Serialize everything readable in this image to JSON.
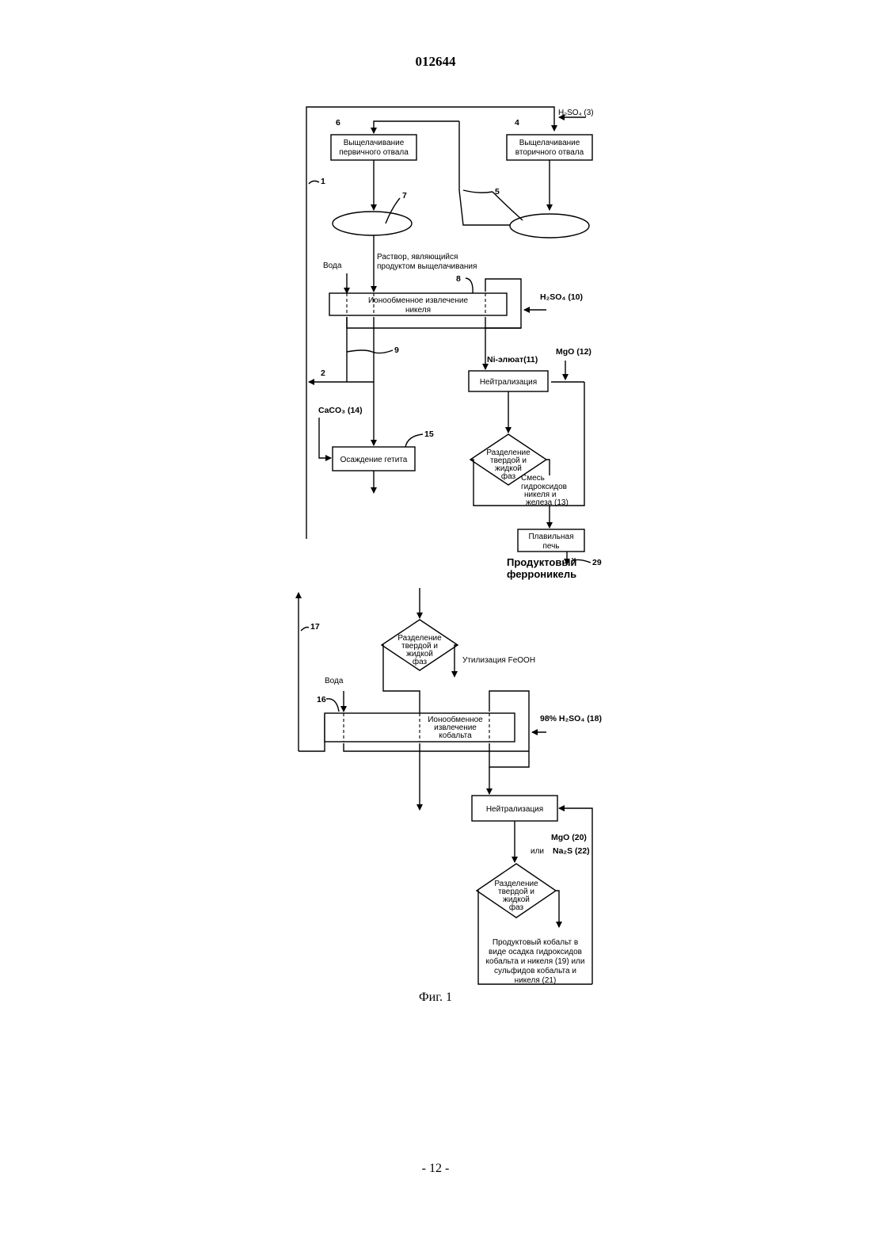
{
  "header": {
    "doc_number": "012644"
  },
  "figure": {
    "caption": "Фиг. 1",
    "top": {
      "h2so4_3": "H₂SO₄ (3)",
      "label_6": "6",
      "label_4": "4",
      "label_1": "1",
      "label_5": "5",
      "label_7": "7",
      "label_8": "8",
      "label_9": "9",
      "label_2": "2",
      "label_15": "15",
      "label_29": "29",
      "box_primary_line1": "Выщелачивание",
      "box_primary_line2": "первичного отвала",
      "box_secondary_line1": "Выщелачивание",
      "box_secondary_line2": "вторичного отвала",
      "solution_line1": "Раствор, являющийся",
      "solution_line2": "продуктом выщелачивания",
      "water": "Вода",
      "ion_nickel_line1": "Ионообменное извлечение",
      "ion_nickel_line2": "никеля",
      "h2so4_10": "H₂SO₄ (10)",
      "ni_eluate": "Ni-элюат(11)",
      "mgo_12": "MgO (12)",
      "neutralization": "Нейтрализация",
      "caco3": "CaCO₃ (14)",
      "goethite": "Осаждение гетита",
      "separation_line1": "Разделение",
      "separation_line2": "твердой и",
      "separation_line3": "жидкой",
      "separation_line4": "фаз",
      "mix_line1": "Смесь",
      "mix_line2": "гидроксидов",
      "mix_line3": "никеля и",
      "mix_line4": "железа (13)",
      "furnace_line1": "Плавильная",
      "furnace_line2": "печь",
      "product_line1": "Продуктовый",
      "product_line2": "ферроникель"
    },
    "bottom": {
      "label_17": "17",
      "label_16": "16",
      "separation_line1": "Разделение",
      "separation_line2": "твердой и",
      "separation_line3": "жидкой",
      "separation_line4": "фаз",
      "feooh": "Утилизация FeOOH",
      "water": "Вода",
      "ion_cobalt_line1": "Ионообменное",
      "ion_cobalt_line2": "извлечение",
      "ion_cobalt_line3": "кобальта",
      "h2so4_18": "98% H₂SO₄ (18)",
      "neutralization": "Нейтрализация",
      "mgo_20": "MgO (20)",
      "or": "или",
      "na2s_22": "Na₂S (22)",
      "sep2_line1": "Разделение",
      "sep2_line2": "твердой и",
      "sep2_line3": "жидкой",
      "sep2_line4": "фаз",
      "cobalt_line1": "Продуктовый кобальт в",
      "cobalt_line2": "виде осадка гидроксидов",
      "cobalt_line3": "кобальта и никеля (19) или",
      "cobalt_line4": "сульфидов кобальта и",
      "cobalt_line5": "никеля (21)"
    }
  },
  "footer": {
    "page_number": "- 12 -"
  }
}
